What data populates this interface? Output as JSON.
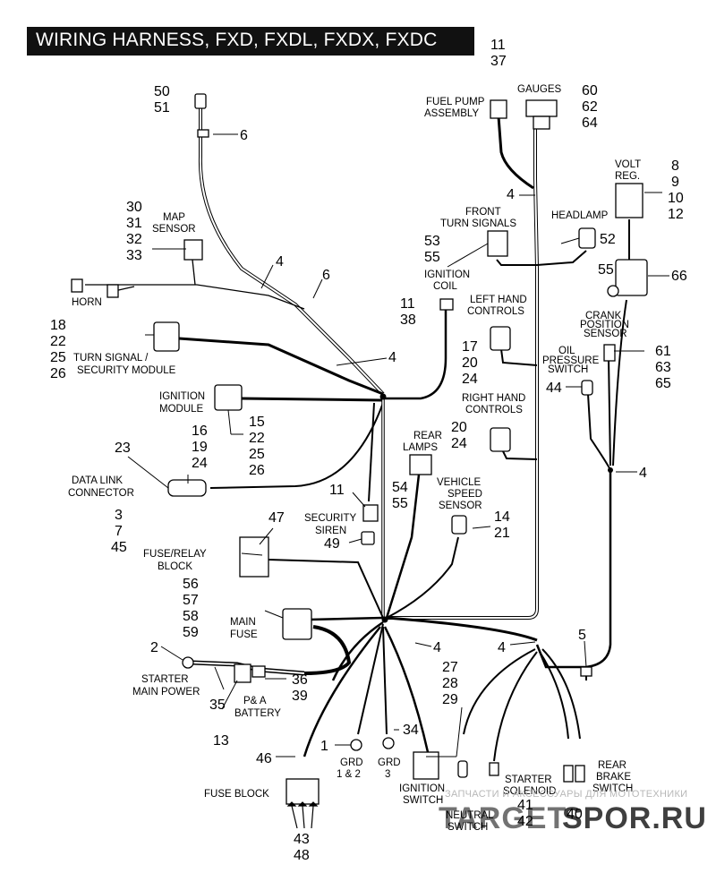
{
  "title": "WIRING HARNESS, FXD, FXDL, FXDX, FXDC",
  "colors": {
    "title_bg": "#111111",
    "wire": "#000000",
    "watermark_red": "#e06070",
    "watermark_gray": "#b8b8b8"
  },
  "components": {
    "fuel_pump": {
      "name": [
        "FUEL PUMP",
        "ASSEMBLY"
      ],
      "refs": [
        "11",
        "37"
      ]
    },
    "gauges": {
      "name": [
        "GAUGES"
      ],
      "refs": [
        "60",
        "62",
        "64"
      ]
    },
    "volt_reg": {
      "name": [
        "VOLT",
        "REG."
      ],
      "refs": [
        "8",
        "9",
        "10",
        "12"
      ]
    },
    "headlamp": {
      "name": [
        "HEADLAMP"
      ],
      "refs": [
        "52",
        "55"
      ]
    },
    "front_turn": {
      "name": [
        "FRONT",
        "TURN SIGNALS"
      ],
      "refs": [
        "53",
        "55"
      ]
    },
    "item_66": {
      "refs": [
        "66"
      ]
    },
    "map_sensor": {
      "name": [
        "MAP",
        "SENSOR"
      ],
      "refs": [
        "30",
        "31",
        "32",
        "33"
      ]
    },
    "item_50": {
      "refs": [
        "50",
        "51"
      ]
    },
    "horn": {
      "name": [
        "HORN"
      ]
    },
    "ignition_coil": {
      "name": [
        "IGNITION",
        "COIL"
      ],
      "refs": [
        "11",
        "38"
      ]
    },
    "left_hand": {
      "name": [
        "LEFT HAND",
        "CONTROLS"
      ],
      "refs": [
        "17",
        "20",
        "24"
      ]
    },
    "crank_sensor": {
      "name": [
        "CRANK",
        "POSITION",
        "SENSOR"
      ],
      "refs": [
        "61",
        "63",
        "65"
      ]
    },
    "oil_pressure": {
      "name": [
        "OIL",
        "PRESSURE",
        "SWITCH"
      ],
      "refs": [
        "44"
      ]
    },
    "turn_signal_module": {
      "name": [
        "TURN SIGNAL /",
        "SECURITY MODULE"
      ],
      "refs": [
        "18",
        "22",
        "25",
        "26"
      ]
    },
    "ignition_module": {
      "name": [
        "IGNITION",
        "MODULE"
      ],
      "refs": [
        "15",
        "22",
        "25",
        "26"
      ]
    },
    "right_hand": {
      "name": [
        "RIGHT HAND",
        "CONTROLS"
      ],
      "refs": [
        "20",
        "24"
      ]
    },
    "data_link": {
      "name": [
        "DATA LINK",
        "CONNECTOR"
      ],
      "refs": [
        "23",
        "16",
        "19",
        "24"
      ]
    },
    "rear_lamps": {
      "name": [
        "REAR",
        "LAMPS"
      ],
      "refs": [
        "54",
        "55"
      ]
    },
    "vss": {
      "name": [
        "VEHICLE",
        "SPEED",
        "SENSOR"
      ],
      "refs": [
        "14",
        "21"
      ]
    },
    "security_siren": {
      "name": [
        "SECURITY",
        "SIREN"
      ],
      "refs": [
        "11",
        "49"
      ]
    },
    "fuse_relay": {
      "name": [
        "FUSE/RELAY",
        "BLOCK"
      ],
      "refs": [
        "3",
        "7",
        "45",
        "47"
      ]
    },
    "main_fuse": {
      "name": [
        "MAIN",
        "FUSE"
      ],
      "refs": [
        "56",
        "57",
        "58",
        "59"
      ]
    },
    "starter_main": {
      "name": [
        "STARTER",
        "MAIN POWER"
      ],
      "refs": [
        "2",
        "35"
      ]
    },
    "pa_battery": {
      "name": [
        "P& A",
        "BATTERY"
      ],
      "refs": [
        "36",
        "39",
        "13"
      ]
    },
    "grd12": {
      "name": [
        "GRD",
        "1 & 2"
      ],
      "refs": [
        "1"
      ]
    },
    "grd3": {
      "name": [
        "GRD",
        "3"
      ],
      "refs": [
        "34"
      ]
    },
    "ignition_switch": {
      "name": [
        "IGNITION",
        "SWITCH"
      ],
      "refs": [
        "27",
        "28",
        "29"
      ]
    },
    "neutral": {
      "name": [
        "NEUTRAL",
        "SWITCH"
      ]
    },
    "starter_solenoid": {
      "name": [
        "STARTER",
        "SOLENOID"
      ],
      "refs": [
        "41",
        "42"
      ]
    },
    "rear_brake": {
      "name": [
        "REAR",
        "BRAKE",
        "SWITCH"
      ],
      "refs": [
        "40"
      ]
    },
    "fuse_block": {
      "name": [
        "FUSE BLOCK"
      ],
      "refs": [
        "46",
        "43",
        "48"
      ]
    }
  },
  "callouts": {
    "c4": "4",
    "c5": "5",
    "c6": "6"
  },
  "watermark": {
    "line": "ЗАПЧАСТИ И АКСЕССУАРЫ ДЛЯ МОТОТЕХНИКИ",
    "brand_a": "TARGET",
    "brand_b": "SPOR.RU"
  }
}
